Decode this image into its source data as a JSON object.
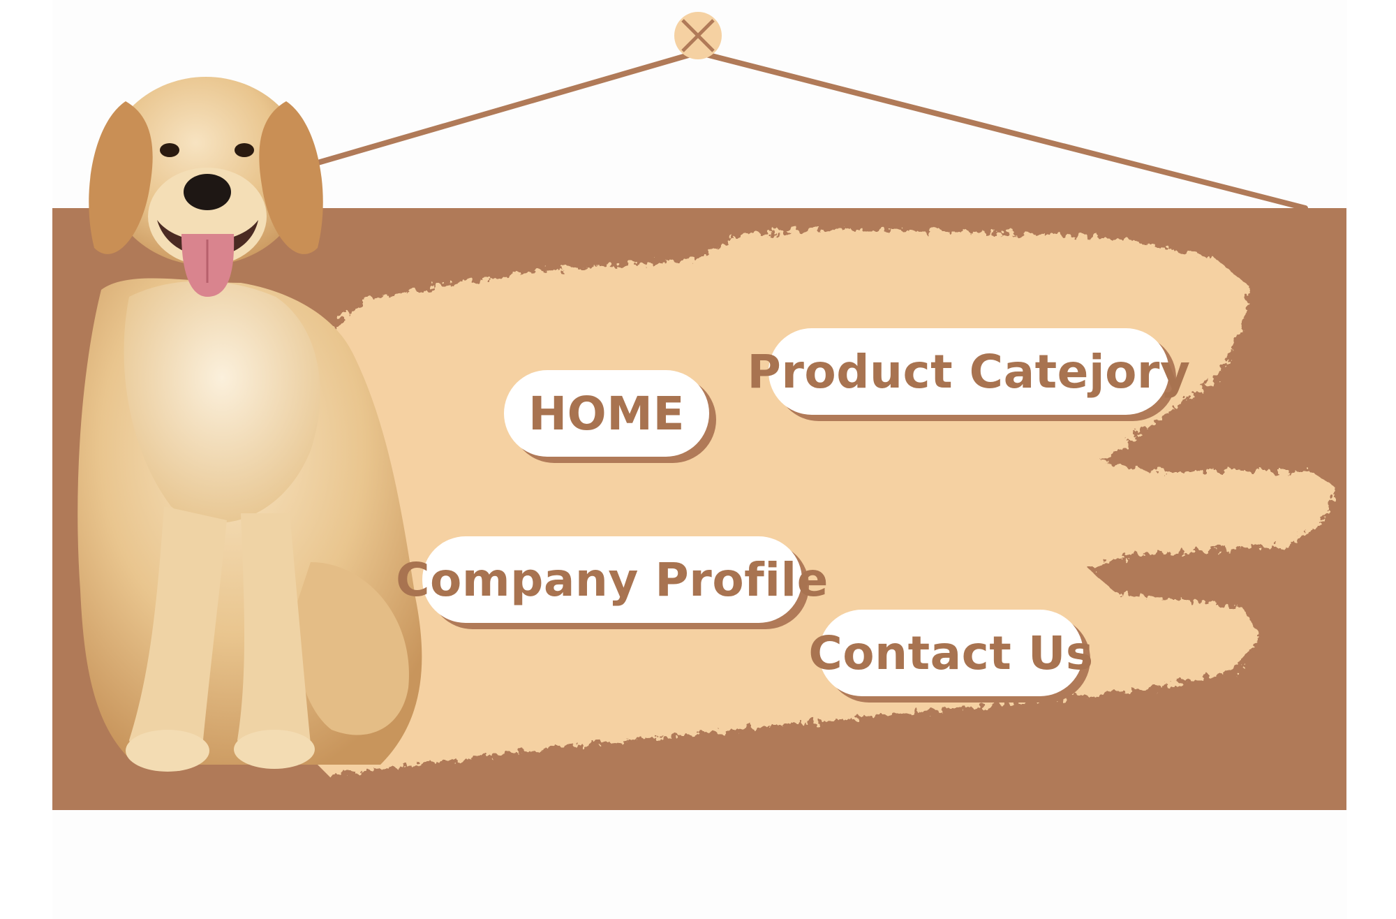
{
  "colors": {
    "board": "#b07a58",
    "cream": "#f5d1a2",
    "accent": "#a87350",
    "button_bg": "#ffffff",
    "nail": "#f5d1a2"
  },
  "nav": {
    "home": "HOME",
    "product": "Product Catejory",
    "company": "Company Profile",
    "contact": "Contact Us"
  },
  "decor": {
    "nail_icon": "x-nail-icon",
    "dog_image": "golden-retriever-image"
  }
}
